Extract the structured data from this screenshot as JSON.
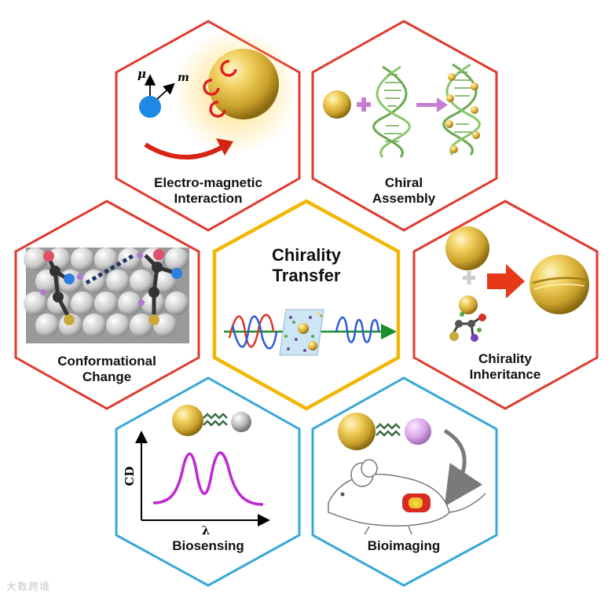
{
  "center": {
    "title_line1": "Chirality",
    "title_line2": "Transfer"
  },
  "hexes": {
    "electromagnetic": {
      "line1": "Electro-magnetic",
      "line2": "Interaction",
      "mu_label": "μ",
      "m_label": "m"
    },
    "chiral_assembly": {
      "line1": "Chiral",
      "line2": "Assembly"
    },
    "conformational": {
      "line1": "Conformational",
      "line2": "Change"
    },
    "inheritance": {
      "line1": "Chirality",
      "line2": "Inheritance"
    },
    "biosensing": {
      "line1": "Biosensing",
      "y_axis": "CD",
      "x_axis": "λ"
    },
    "bioimaging": {
      "line1": "Bioimaging"
    }
  },
  "watermark": "大数跨境",
  "colors": {
    "mechanism_border": "#e03a2f",
    "center_border": "#f2b705",
    "application_border": "#39a8d8",
    "gold": "#d9b43a",
    "dna_green": "#6aa84f",
    "cd_curve": "#c026d3",
    "arrow_red": "#e53917"
  },
  "icons": [
    "gold-nanoparticle-icon",
    "dna-helix-icon",
    "mouse-icon",
    "amino-acid-icon",
    "circular-polarized-light-icon"
  ]
}
